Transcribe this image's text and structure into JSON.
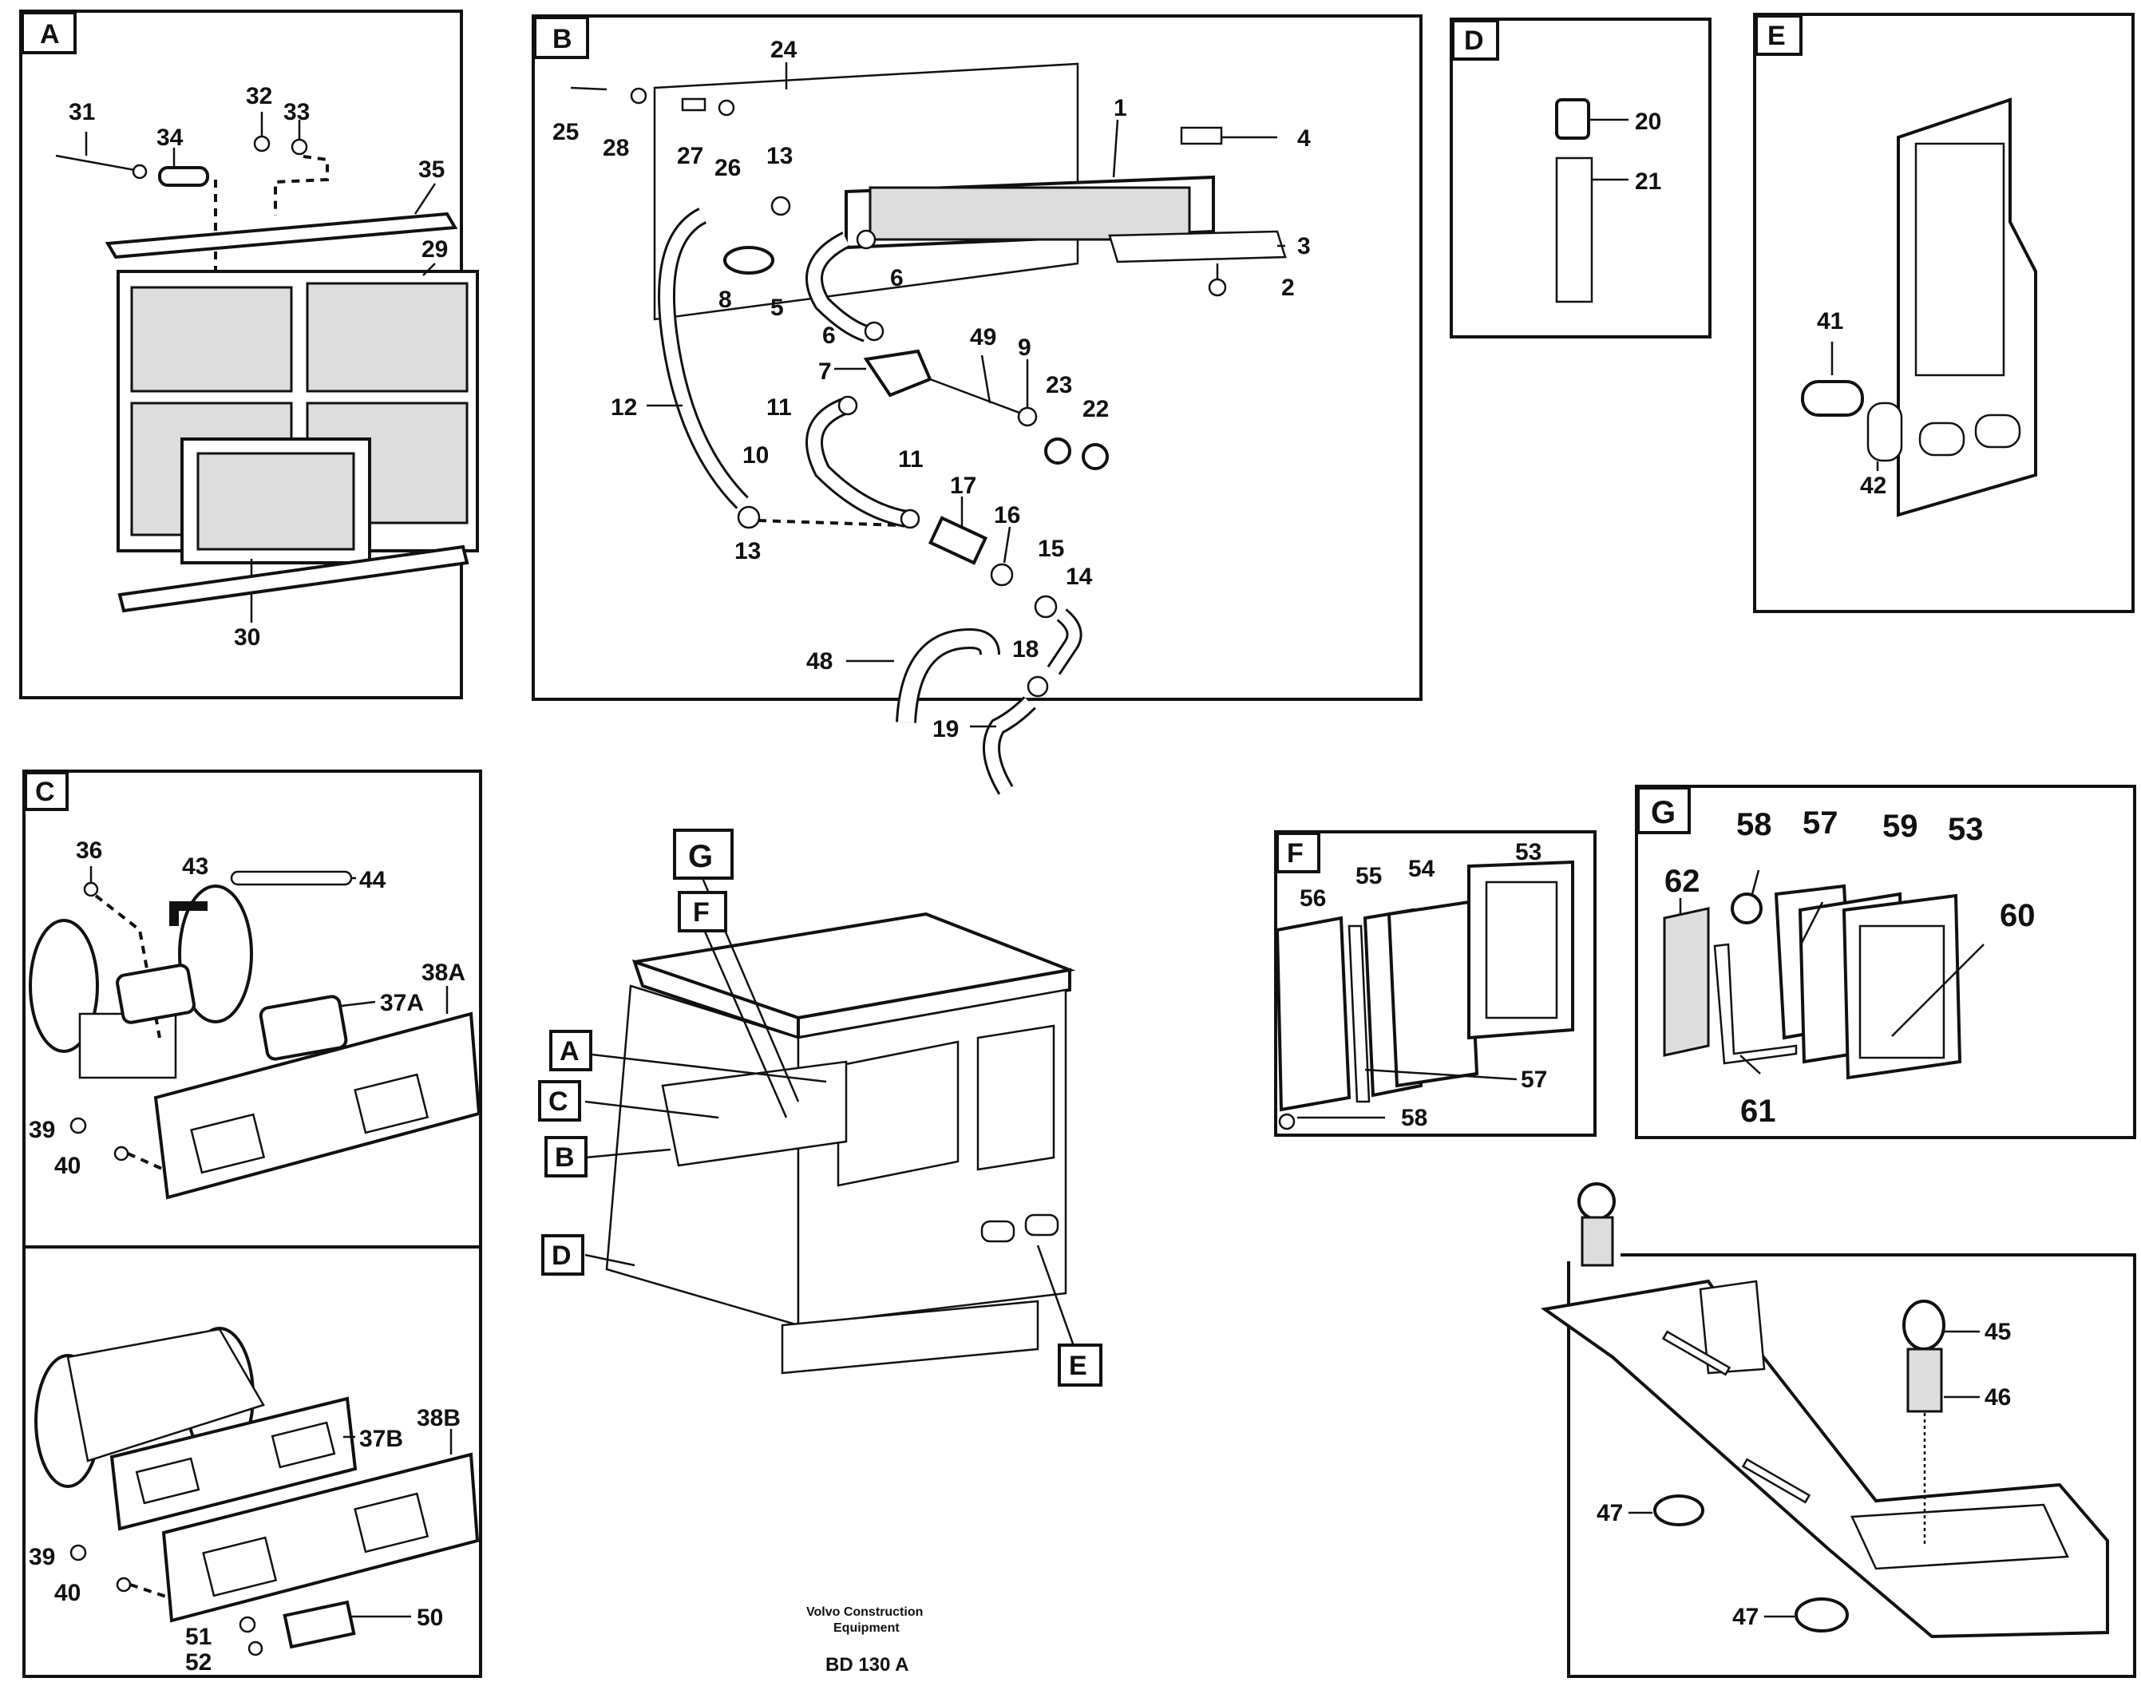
{
  "sections": {
    "A": {
      "letter": "A",
      "labels": {
        "l31": "31",
        "l32": "32",
        "l33": "33",
        "l34": "34",
        "l35": "35",
        "l29": "29",
        "l30": "30"
      }
    },
    "B": {
      "letter": "B",
      "labels": {
        "l24": "24",
        "l25": "25",
        "l28": "28",
        "l27": "27",
        "l26": "26",
        "l1": "1",
        "l4": "4",
        "l3": "3",
        "l2": "2",
        "l13a": "13",
        "l8": "8",
        "l6a": "6",
        "l5": "5",
        "l6b": "6",
        "l7": "7",
        "l49": "49",
        "l9": "9",
        "l23": "23",
        "l22": "22",
        "l12": "12",
        "l11a": "11",
        "l10": "10",
        "l11b": "11",
        "l17": "17",
        "l16": "16",
        "l15": "15",
        "l14": "14",
        "l13b": "13",
        "l48": "48",
        "l18": "18",
        "l19": "19"
      }
    },
    "C": {
      "letter": "C",
      "labels": {
        "l36": "36",
        "l43": "43",
        "l44": "44",
        "l38A": "38A",
        "l37A": "37A",
        "l39": "39",
        "l40": "40"
      }
    },
    "C2": {
      "labels": {
        "l38B": "38B",
        "l37B": "37B",
        "l39": "39",
        "l40": "40",
        "l50": "50",
        "l51": "51",
        "l52": "52"
      }
    },
    "D": {
      "letter": "D",
      "labels": {
        "l20": "20",
        "l21": "21"
      }
    },
    "E": {
      "letter": "E",
      "labels": {
        "l41": "41",
        "l42": "42"
      }
    },
    "F": {
      "letter": "F",
      "labels": {
        "l56": "56",
        "l55": "55",
        "l54": "54",
        "l53": "53",
        "l57": "57",
        "l58": "58"
      }
    },
    "G": {
      "letter": "G",
      "labels": {
        "l58": "58",
        "l57": "57",
        "l59": "59",
        "l53": "53",
        "l62": "62",
        "l60": "60",
        "l61": "61"
      }
    },
    "H": {
      "labels": {
        "l45": "45",
        "l46": "46",
        "l47a": "47",
        "l47b": "47"
      }
    }
  },
  "cab_callouts": [
    "G",
    "F",
    "A",
    "C",
    "B",
    "D",
    "E"
  ],
  "footer": {
    "company_line1": "Volvo Construction",
    "company_line2": "Equipment",
    "code": "BD 130 A"
  }
}
